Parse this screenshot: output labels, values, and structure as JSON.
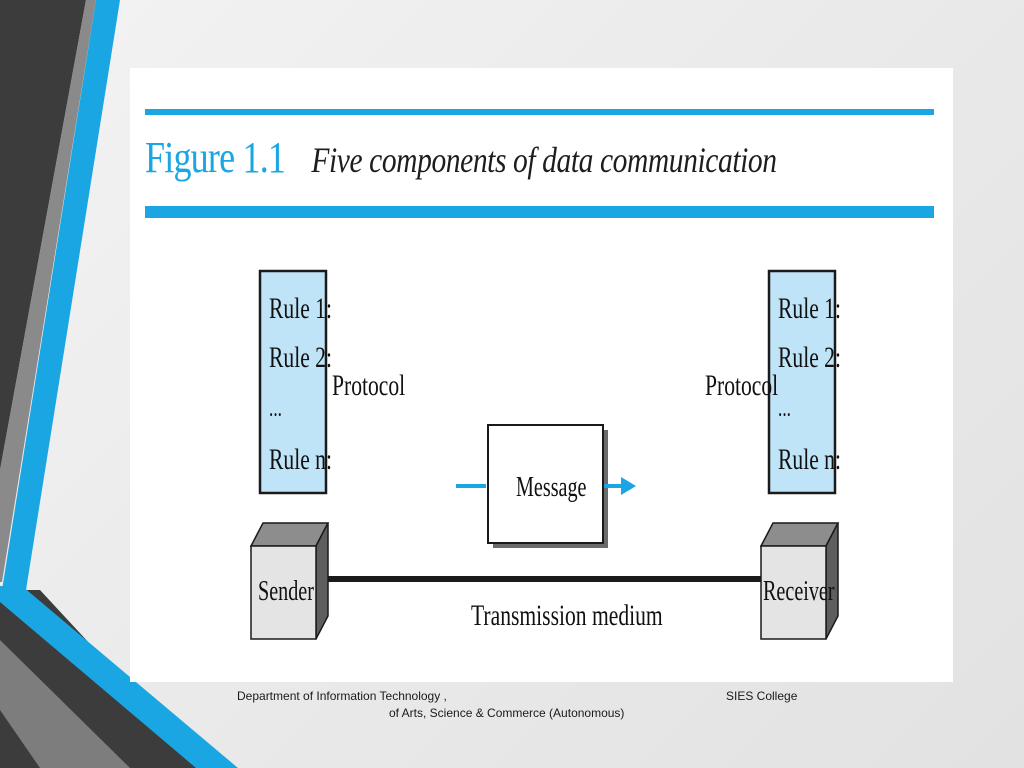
{
  "slide": {
    "accent_color": "#19a6e2",
    "dark_color": "#3c3c3c"
  },
  "figure": {
    "label": "Figure 1.1",
    "caption": "Five components of data communication"
  },
  "diagram": {
    "sender": {
      "rules": [
        "Rule 1:",
        "Rule 2:",
        "...",
        "Rule n:"
      ],
      "protocol_label": "Protocol",
      "device_label": "Sender"
    },
    "receiver": {
      "rules": [
        "Rule 1:",
        "Rule 2:",
        "...",
        "Rule n:"
      ],
      "protocol_label": "Protocol",
      "device_label": "Receiver"
    },
    "message_label": "Message",
    "medium_label": "Transmission medium"
  },
  "footer": {
    "department": "Department of Information Technology ,",
    "college": "SIES College",
    "line2": "of Arts, Science & Commerce (Autonomous)"
  }
}
